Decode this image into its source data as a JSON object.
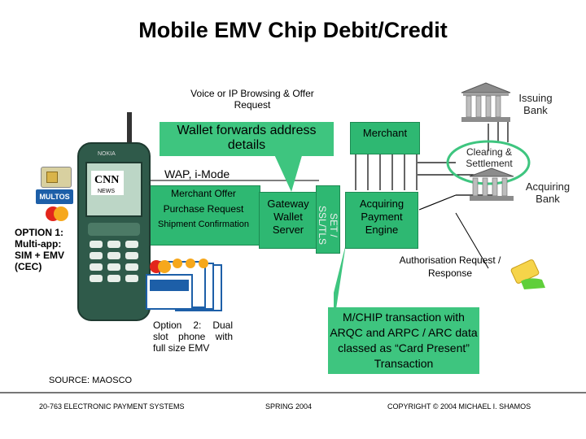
{
  "title": "Mobile EMV Chip Debit/Credit",
  "labels": {
    "voice_ip": "Voice or IP Browsing & Offer Request",
    "issuing_bank": "Issuing Bank",
    "wallet_forwards": "Wallet forwards address details",
    "merchant": "Merchant",
    "clearing": "Clearing & Settlement",
    "wap": "WAP, i-Mode",
    "acquiring_bank": "Acquiring Bank",
    "merchant_offer": "Merchant Offer",
    "purchase_request": "Purchase Request",
    "shipment": "Shipment Confirmation",
    "gateway": "Gateway Wallet Server",
    "protocols": "SET / SSL/TLS",
    "acquiring_engine": "Acquiring Payment Engine",
    "option1": "OPTION 1: Multi-app: SIM + EMV (CEC)",
    "auth": "Authorisation Request / Response",
    "mchip": "M/CHIP transaction with ARQC and ARPC / ARC data classed as “Card Present” Transaction",
    "option2": "Option 2: Dual slot phone with full size EMV",
    "source": "SOURCE: MAOSCO"
  },
  "phone": {
    "brand": "NOKIA",
    "screen_logo": "CNN",
    "screen_sub": "NEWS"
  },
  "logos": {
    "multos": "MULTOS",
    "mastercard": "MasterCard"
  },
  "footer": {
    "course": "20-763 ELECTRONIC PAYMENT SYSTEMS",
    "term": "SPRING 2004",
    "copyright": "COPYRIGHT © 2004 MICHAEL I. SHAMOS"
  },
  "colors": {
    "green": "#2eb872",
    "bubble_green": "#3ec57f",
    "phone_body": "#2f5a4a",
    "multos_blue": "#1d5fa8",
    "mastercard_red": "#e3261c",
    "mastercard_yellow": "#f6a81c"
  }
}
